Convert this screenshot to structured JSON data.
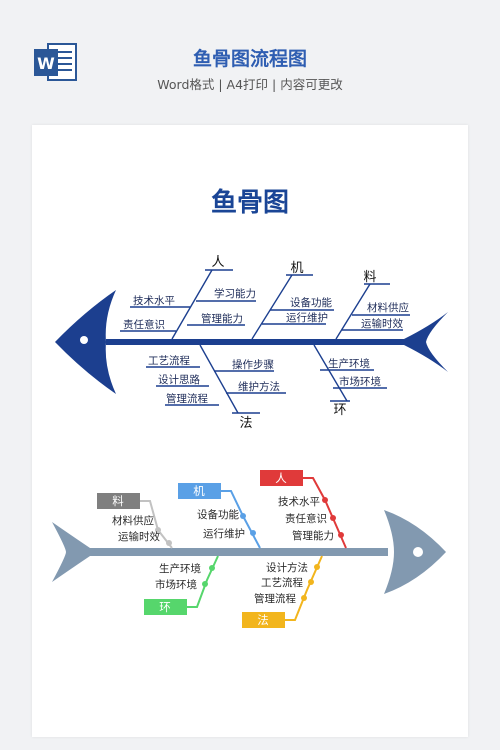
{
  "header": {
    "title": "鱼骨图流程图",
    "meta": "Word格式 | A4打印 | 内容可更改",
    "app_letter": "W"
  },
  "sheet": {
    "title": "鱼骨图"
  },
  "fishbone1": {
    "categories": {
      "people": "人",
      "machine": "机",
      "material": "料",
      "method": "法",
      "environment": "环"
    },
    "people": [
      "技术水平",
      "学习能力",
      "责任意识",
      "管理能力"
    ],
    "machine": [
      "设备功能",
      "运行维护"
    ],
    "material": [
      "材料供应",
      "运输时效"
    ],
    "method": [
      "工艺流程",
      "操作步骤",
      "设计思路",
      "维护方法",
      "管理流程"
    ],
    "environment": [
      "生产环境",
      "市场环境"
    ]
  },
  "fishbone2": {
    "categories": {
      "material": "料",
      "machine": "机",
      "people": "人",
      "environment": "环",
      "method": "法"
    },
    "material": [
      "材料供应",
      "运输时效"
    ],
    "machine": [
      "设备功能",
      "运行维护"
    ],
    "people": [
      "技术水平",
      "责任意识",
      "管理能力"
    ],
    "environment": [
      "生产环境",
      "市场环境"
    ],
    "method": [
      "设计方法",
      "工艺流程",
      "管理流程"
    ],
    "colors": {
      "material": "#7f7f7f",
      "machine": "#5aa0e6",
      "people": "#e03a3a",
      "environment": "#56d66c",
      "method": "#f2b51d",
      "body": "#8299b0"
    }
  },
  "colors": {
    "fish1": "#1c3f8f",
    "title": "#2f5eb2"
  }
}
